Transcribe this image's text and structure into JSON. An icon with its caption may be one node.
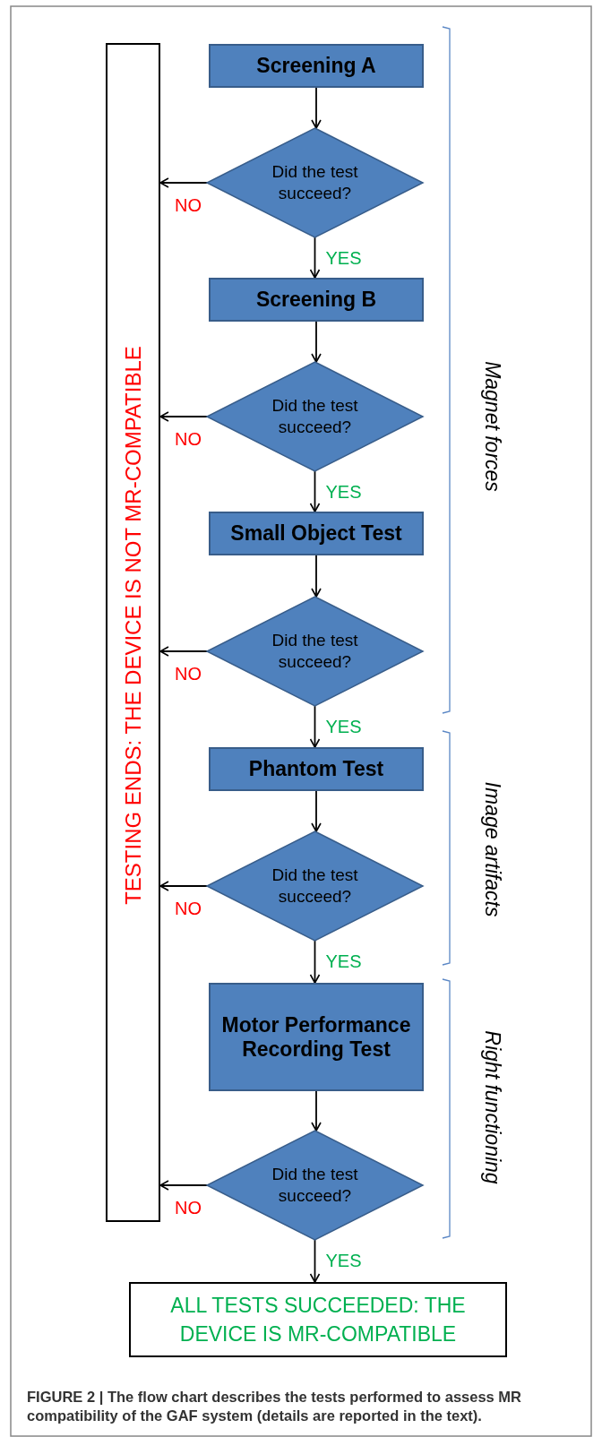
{
  "diagram": {
    "caption": "FIGURE 2 | The flow chart describes the tests performed to assess MR compatibility of the GAF system (details are reported in the text).",
    "nodes": [
      {
        "text": [
          "TESTING ENDS: THE DEVICE IS NOT MR-COMPATIBLE"
        ]
      },
      {
        "text": [
          "Screening A"
        ]
      },
      {
        "text": [
          "Did the test succeed?"
        ]
      },
      {
        "text": [
          "Screening B"
        ]
      },
      {
        "text": [
          "Did the test succeed?"
        ]
      },
      {
        "text": [
          "Small Object Test"
        ]
      },
      {
        "text": [
          "Did the test succeed?"
        ]
      },
      {
        "text": [
          "Phantom Test"
        ]
      },
      {
        "text": [
          "Did the test succeed?"
        ]
      },
      {
        "text": [
          "Motor Performance Recording Test"
        ]
      },
      {
        "text": [
          "Did the test succeed?"
        ]
      },
      {
        "text": [
          "ALL TESTS SUCCEEDED: THE DEVICE IS MR-COMPATIBLE"
        ]
      }
    ],
    "edges": [
      {
        "from": 1,
        "to": 2,
        "arrow": "to"
      },
      {
        "from": 2,
        "to": 3,
        "arrow": "to",
        "label": "YES"
      },
      {
        "from": 2,
        "to": 0,
        "arrow": "to",
        "label": "NO"
      },
      {
        "from": 3,
        "to": 4,
        "arrow": "to"
      },
      {
        "from": 4,
        "to": 5,
        "arrow": "to",
        "label": "YES"
      },
      {
        "from": 4,
        "to": 0,
        "arrow": "to",
        "label": "NO"
      },
      {
        "from": 5,
        "to": 6,
        "arrow": "to"
      },
      {
        "from": 6,
        "to": 7,
        "arrow": "to",
        "label": "YES"
      },
      {
        "from": 6,
        "to": 0,
        "arrow": "to",
        "label": "NO"
      },
      {
        "from": 7,
        "to": 8,
        "arrow": "to"
      },
      {
        "from": 8,
        "to": 9,
        "arrow": "to",
        "label": "YES"
      },
      {
        "from": 8,
        "to": 0,
        "arrow": "to",
        "label": "NO"
      },
      {
        "from": 9,
        "to": 10,
        "arrow": "to"
      },
      {
        "from": 10,
        "to": 11,
        "arrow": "to",
        "label": "YES"
      },
      {
        "from": 10,
        "to": 0,
        "arrow": "to",
        "label": "NO"
      }
    ],
    "labels": [
      "Magnet forces",
      "Image artifacts",
      "Right functioning"
    ]
  }
}
